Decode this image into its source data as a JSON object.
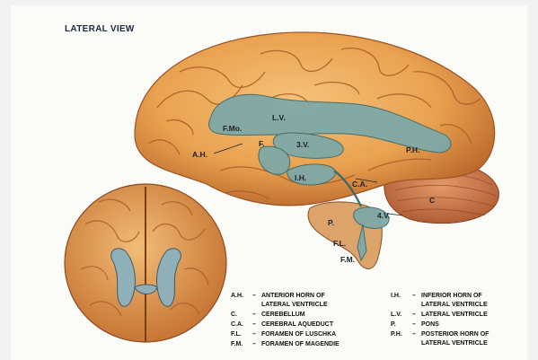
{
  "title": "LATERAL VIEW",
  "labels": {
    "fmo": "F.Mo.",
    "lv": "L.V.",
    "f": "F.",
    "v3": "3.V.",
    "ah": "A.H.",
    "ph": "P.H.",
    "ih": "I.H.",
    "ca": "C.A.",
    "c": "C",
    "p": "P.",
    "v4": "4.V.",
    "fl": "F.L.",
    "fm": "F.M."
  },
  "legend": [
    {
      "abbr": "A.H.",
      "line1": "ANTERIOR HORN OF",
      "line2": "LATERAL VENTRICLE"
    },
    {
      "abbr": "C.",
      "line1": "CEREBELLUM",
      "line2": ""
    },
    {
      "abbr": "C.A.",
      "line1": "CEREBRAL AQUEDUCT",
      "line2": ""
    },
    {
      "abbr": "F.L.",
      "line1": "FORAMEN OF LUSCHKA",
      "line2": ""
    },
    {
      "abbr": "F.M.",
      "line1": "FORAMEN OF MAGENDIE",
      "line2": ""
    },
    {
      "abbr": "I.H.",
      "line1": "INFERIOR HORN OF",
      "line2": "LATERAL VENTRICLE"
    },
    {
      "abbr": "L.V.",
      "line1": "LATERAL VENTRICLE",
      "line2": ""
    },
    {
      "abbr": "P.",
      "line1": "PONS",
      "line2": ""
    },
    {
      "abbr": "P.H.",
      "line1": "POSTERIOR HORN OF",
      "line2": "LATERAL VENTRICLE"
    }
  ],
  "colors": {
    "brain": "#e9a24f",
    "brain_dark": "#b8642a",
    "ventricle": "#7fa9a6",
    "cerebellum": "#c9764a",
    "stem": "#d9a06a"
  }
}
